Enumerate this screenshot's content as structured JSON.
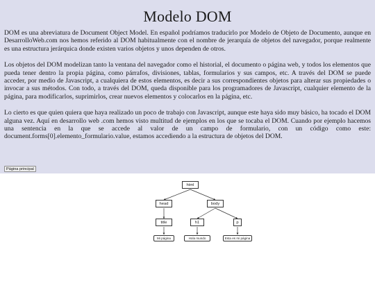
{
  "page": {
    "title": "Modelo DOM",
    "paragraphs": [
      "DOM es una abreviatura de Document Object Model. En español podríamos traducirlo por Modelo de Objeto de Documento, aunque en DesarrolloWeb.com nos hemos referido al DOM habitualmente con el nombre de jerarquía de objetos del navegador, porque realmente es una estructura jerárquica donde existen varios objetos y unos dependen de otros.",
      "Los objetos del DOM modelizan tanto la ventana del navegador como el historial, el documento o página web, y todos los elementos que pueda tener dentro la propia página, como párrafos, divisiones, tablas, formularios y sus campos, etc. A través del DOM se puede acceder, por medio de Javascript, a cualquiera de estos elementos, es decir a sus correspondientes objetos para alterar sus propiedades o invocar a sus métodos. Con todo, a través del DOM, queda disponible para los programadores de Javascript, cualquier elemento de la página, para modificarlos, suprimirlos, crear nuevos elementos y colocarlos en la página, etc.",
      "Lo cierto es que quien quiera que haya realizado un poco de trabajo con Javascript, aunque este haya sido muy básico, ha tocado el DOM alguna vez. Aquí en desarrollo web .com hemos visto multitud de ejemplos en los que se tocaba el DOM. Cuando por ejemplo hacemos una sentencia en la que se accede al valor de un campo de formulario, con un código como este: document.forms[0].elemento_formulario.value, estamos accediendo a la estructura de objetos del DOM."
    ],
    "button_label": "Página principal"
  },
  "tree": {
    "html": "html",
    "head": "head",
    "body": "body",
    "title": "title",
    "h1": "h1",
    "p": "p",
    "leaf_title": "Mi página",
    "leaf_h1": "Hola mundo",
    "leaf_p": "Esta es mi página"
  },
  "colors": {
    "panel_bg": "#dcdded",
    "page_bg": "#ffffff"
  }
}
